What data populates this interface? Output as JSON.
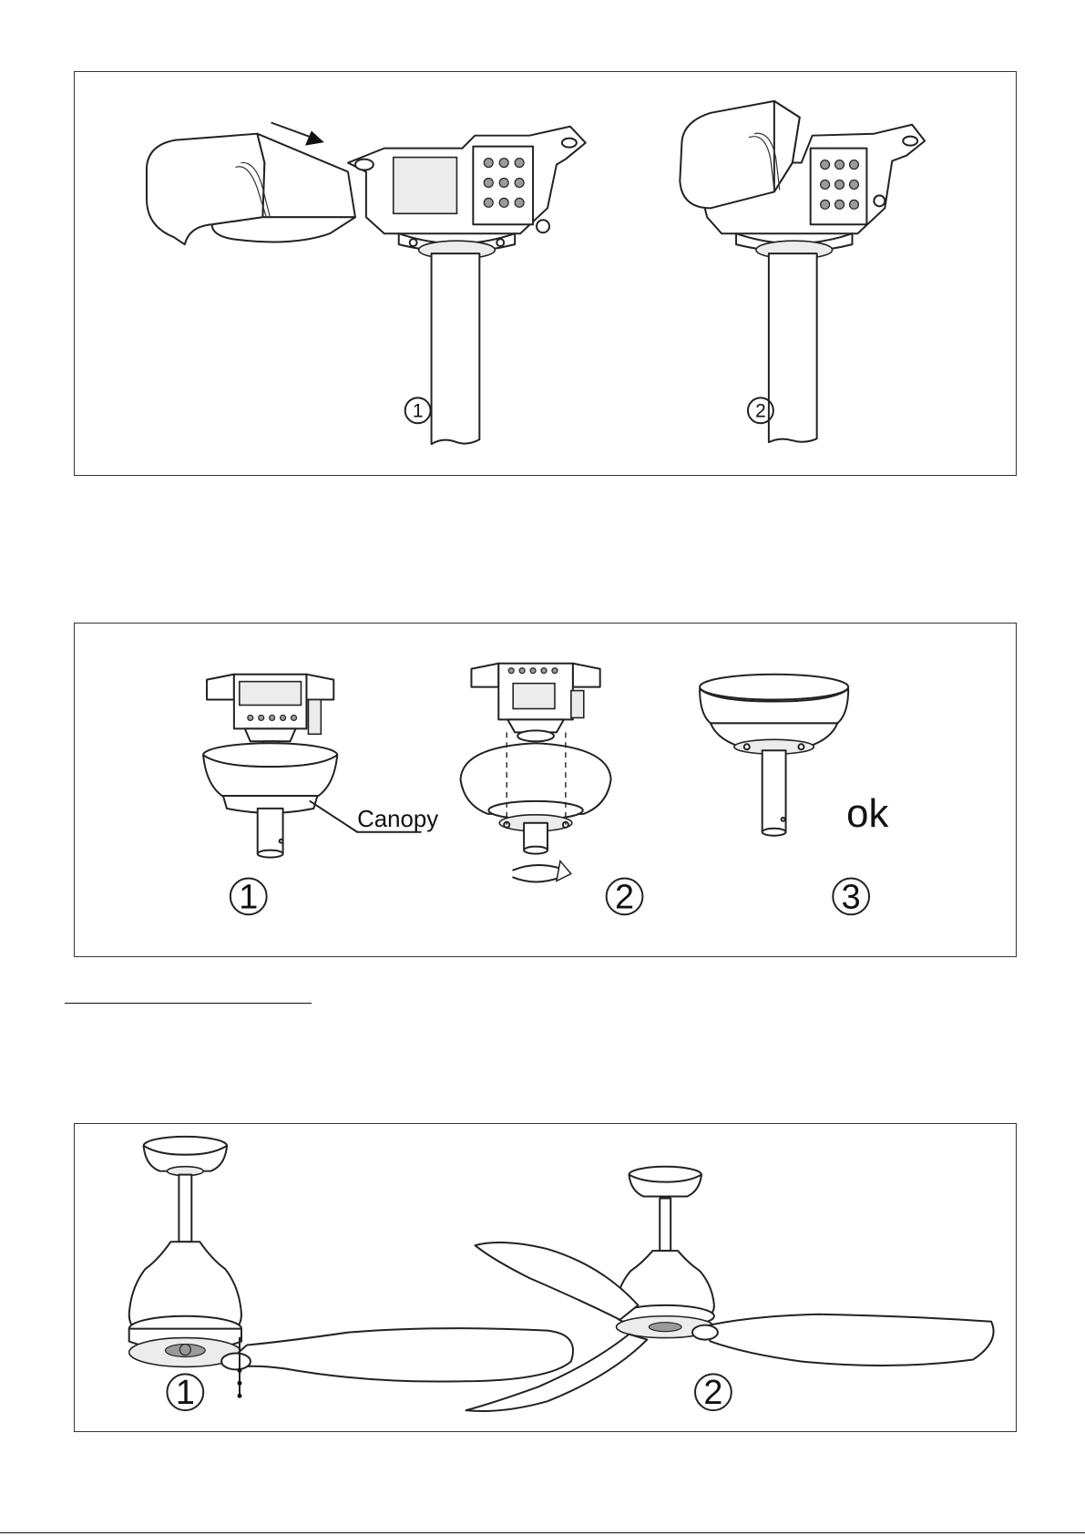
{
  "panel_a": {
    "steps": [
      "1",
      "2"
    ]
  },
  "panel_b": {
    "steps": [
      "1",
      "2",
      "3"
    ],
    "canopy_label": "Canopy",
    "ok_label": "ok"
  },
  "panel_c": {
    "steps": [
      "1",
      "2"
    ]
  },
  "icons": {
    "arrow": "arrow-right-icon",
    "rotate": "rotate-arrow-icon"
  }
}
